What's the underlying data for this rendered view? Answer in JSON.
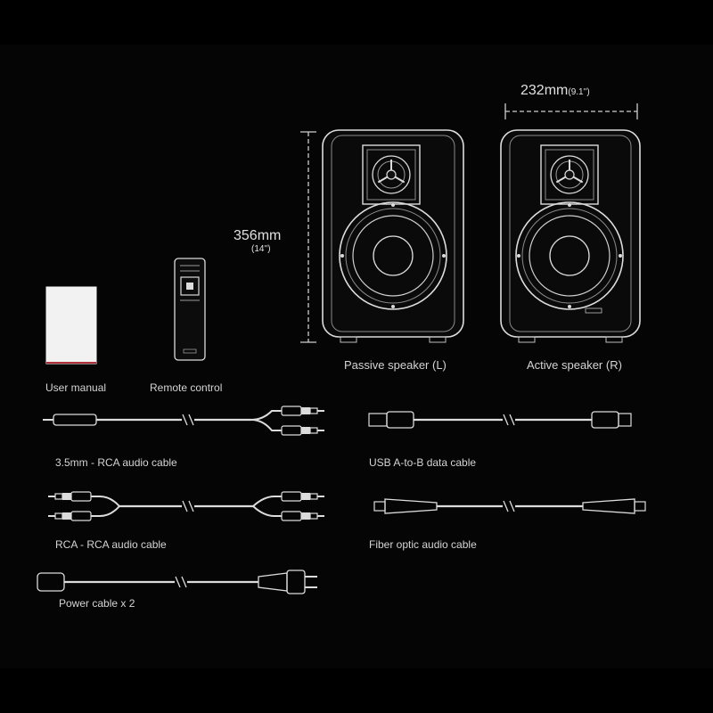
{
  "dimensions": {
    "width_mm": "232mm",
    "width_in": "(9.1'')",
    "height_mm": "356mm",
    "height_in": "(14'')"
  },
  "speakers": {
    "passive_label": "Passive speaker (L)",
    "active_label": "Active speaker (R)"
  },
  "accessories": {
    "manual_label": "User manual",
    "remote_label": "Remote control",
    "cable_35_rca": "3.5mm - RCA audio cable",
    "cable_usb": "USB A-to-B data cable",
    "cable_rca_rca": "RCA - RCA audio cable",
    "cable_optic": "Fiber optic audio cable",
    "cable_power": "Power cable x 2"
  },
  "colors": {
    "background": "#000000",
    "line": "#dcdcdc"
  }
}
